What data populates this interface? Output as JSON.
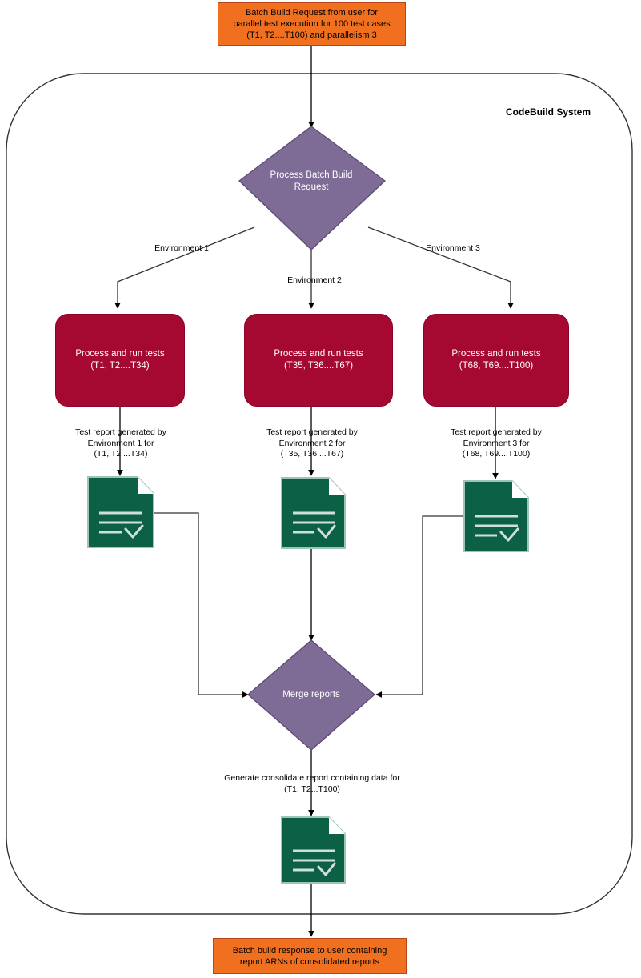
{
  "diagram": {
    "title": "CodeBuild batch build parallel test execution report merge flow",
    "system_label": "CodeBuild System",
    "colors": {
      "io_fill": "#F07020",
      "io_stroke": "#B8441A",
      "process_fill": "#A50831",
      "decision_fill": "#7E6B96",
      "decision_stroke": "#5C4A73",
      "document_fill": "#0B6046",
      "document_stroke": "#9FC3B6",
      "edge": "#000000",
      "container_stroke": "#333333",
      "text_on_dark": "#FFFFFF",
      "text_on_light": "#000000"
    },
    "nodes": {
      "request": {
        "kind": "io",
        "label": "Batch Build Request from user for\nparallel test execution for 100 test cases\n(T1, T2....T100) and parallelism 3"
      },
      "process_batch": {
        "kind": "decision",
        "label": "Process Batch Build\nRequest"
      },
      "env1_box": {
        "kind": "process",
        "label": "Process and run tests\n(T1, T2....T34)"
      },
      "env2_box": {
        "kind": "process",
        "label": "Process and run tests\n(T35, T36....T67)"
      },
      "env3_box": {
        "kind": "process",
        "label": "Process and run tests\n(T68, T69....T100)"
      },
      "report1": {
        "kind": "document",
        "icon": "document-check-icon"
      },
      "report2": {
        "kind": "document",
        "icon": "document-check-icon"
      },
      "report3": {
        "kind": "document",
        "icon": "document-check-icon"
      },
      "merge": {
        "kind": "decision",
        "label": "Merge reports"
      },
      "consolidated_report": {
        "kind": "document",
        "icon": "document-check-icon"
      },
      "response": {
        "kind": "io",
        "label": "Batch build response to user containing\nreport ARNs of consolidated reports"
      }
    },
    "edge_labels": {
      "env1": "Environment 1",
      "env2": "Environment 2",
      "env3": "Environment 3",
      "report1": "Test report generated by\nEnvironment 1 for\n(T1, T2....T34)",
      "report2": "Test report generated by\nEnvironment 2 for\n(T35, T36....T67)",
      "report3": "Test report generated by\nEnvironment 3 for\n(T68, T69....T100)",
      "consolidated": "Generate consolidate report containing data for\n(T1, T2...T100)"
    }
  }
}
